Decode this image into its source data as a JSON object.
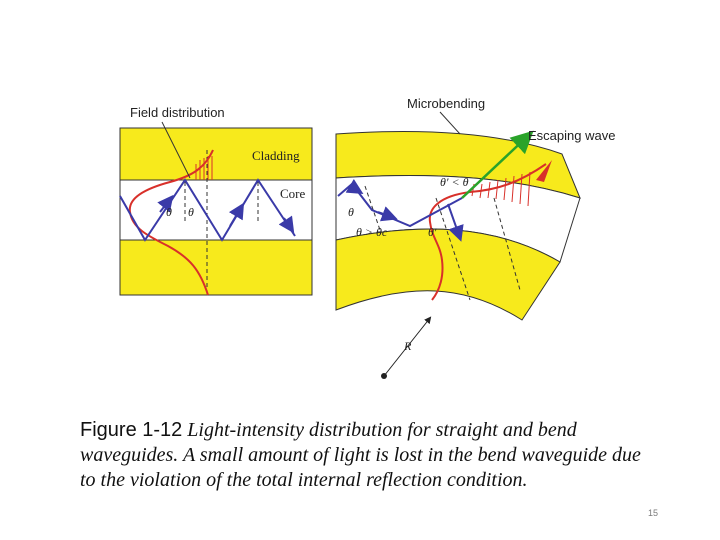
{
  "diagram": {
    "label_field_distribution": "Field distribution",
    "label_microbending": "Microbending",
    "label_escaping_wave": "Escaping wave",
    "label_cladding": "Cladding",
    "label_core": "Core",
    "symbol_theta": "θ",
    "symbol_theta_prime_lt": "θ′ < θ",
    "symbol_theta_gt_c": "θ > θc",
    "symbol_theta_prime": "θ′",
    "symbol_R": "R",
    "colors": {
      "cladding": "#f7ea1c",
      "field_curve": "#d8302a",
      "ray": "#3a3aa8",
      "escape_arrow": "#2aa32a"
    }
  },
  "caption": {
    "figure_label": "Figure 1-12",
    "text": "Light-intensity distribution for straight and bend waveguides. A small amount of light is lost in the bend waveguide due to the violation of the total internal reflection condition."
  },
  "slide_number": "15"
}
